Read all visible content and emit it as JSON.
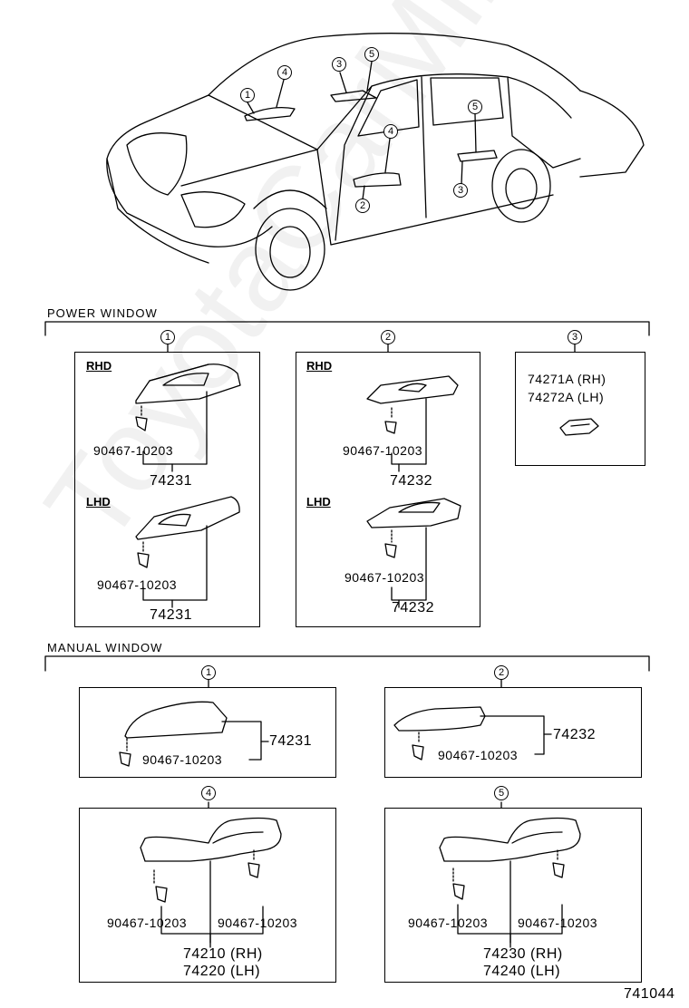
{
  "watermark": "ToyotaCarMine.ru",
  "sections": {
    "power": {
      "title": "POWER  WINDOW",
      "callouts": [
        "1",
        "2",
        "3"
      ],
      "box1": {
        "rhd": "RHD",
        "lhd": "LHD",
        "clip_rhd": "90467-10203",
        "part_rhd": "74231",
        "clip_lhd": "90467-10203",
        "part_lhd": "74231"
      },
      "box2": {
        "rhd": "RHD",
        "lhd": "LHD",
        "clip_rhd": "90467-10203",
        "part_rhd": "74232",
        "clip_lhd": "90467-10203",
        "part_lhd": "74232"
      },
      "box3": {
        "line1": "74271A (RH)",
        "line2": "74272A (LH)"
      }
    },
    "manual": {
      "title": "MANUAL  WINDOW",
      "callouts": [
        "1",
        "2",
        "4",
        "5"
      ],
      "box1": {
        "clip": "90467-10203",
        "part": "74231"
      },
      "box2": {
        "clip": "90467-10203",
        "part": "74232"
      },
      "box4": {
        "clip_left": "90467-10203",
        "clip_right": "90467-10203",
        "part_rh": "74210 (RH)",
        "part_lh": "74220 (LH)"
      },
      "box5": {
        "clip_left": "90467-10203",
        "clip_right": "90467-10203",
        "part_rh": "74230 (RH)",
        "part_lh": "74240 (LH)"
      }
    }
  },
  "car_callouts": [
    "1",
    "4",
    "3",
    "5",
    "4",
    "2",
    "5",
    "3"
  ],
  "diagram_number": "741044"
}
